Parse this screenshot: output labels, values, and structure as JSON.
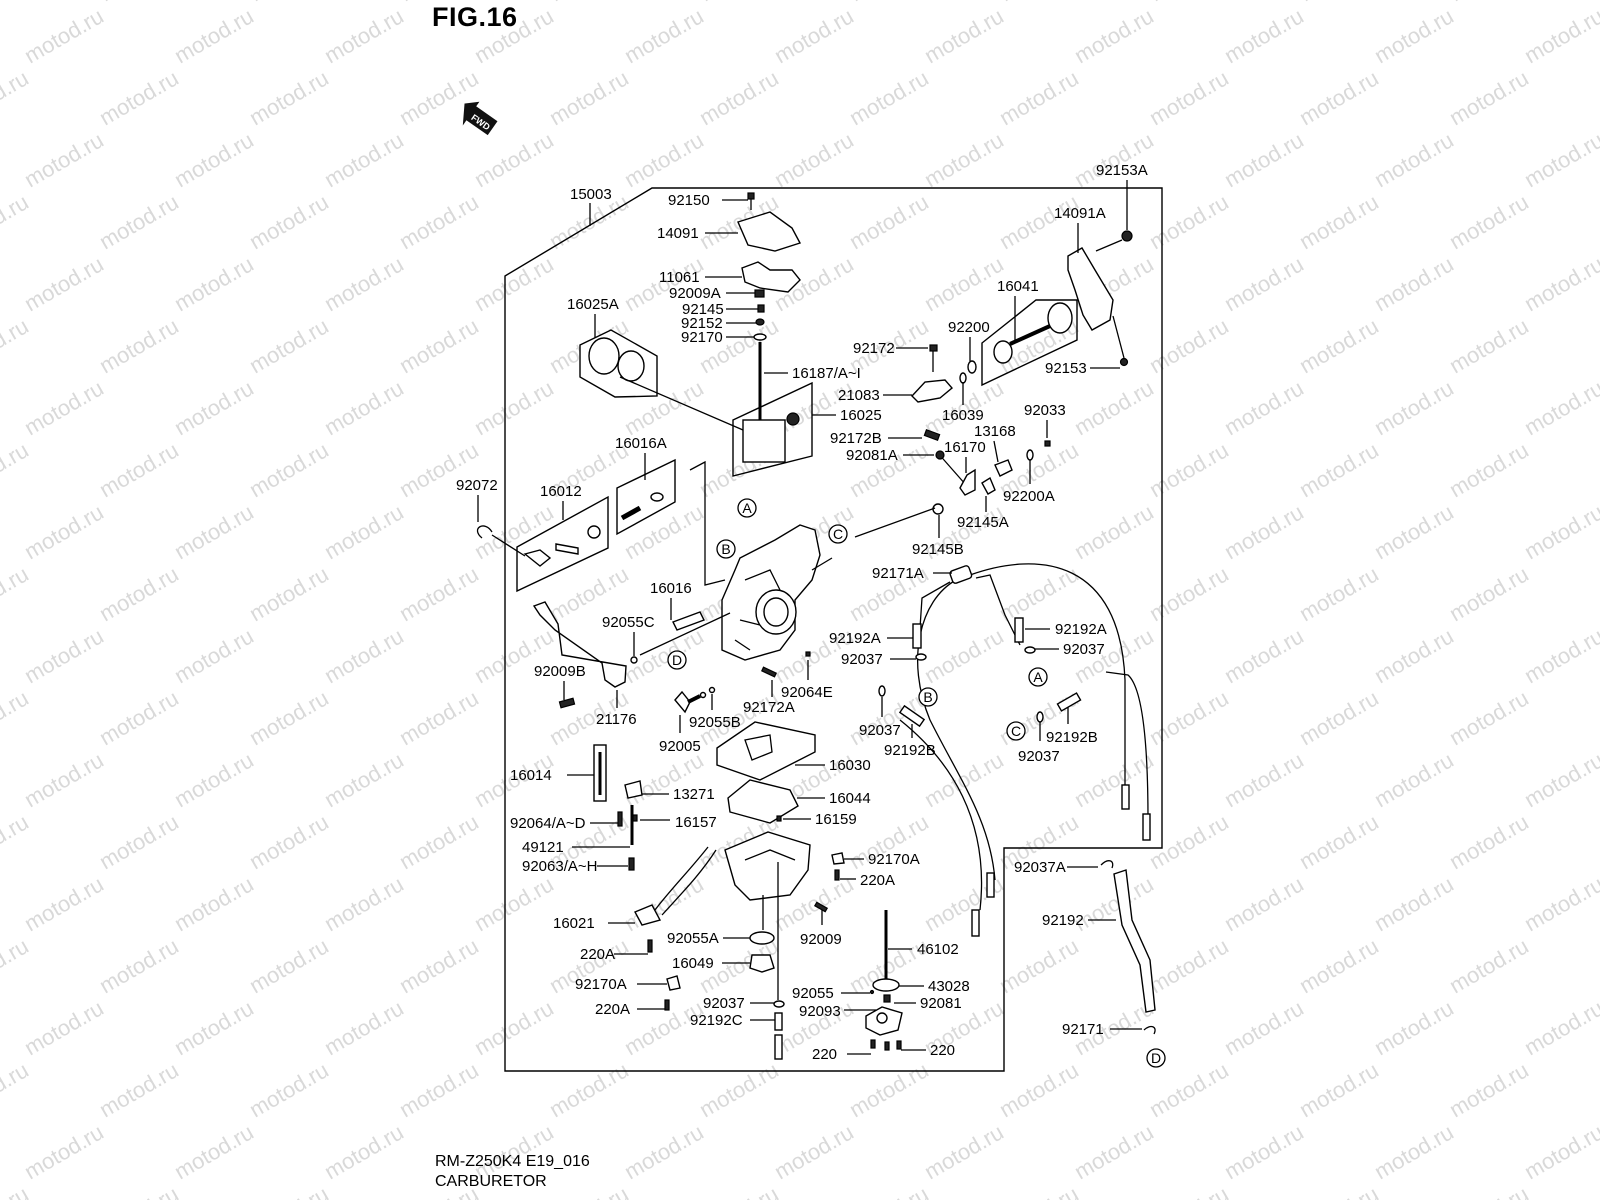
{
  "figure": {
    "title": "FIG.16",
    "fwd_label": "FWD",
    "model_code": "RM-Z250K4 E19_016",
    "section_name": "CARBURETOR",
    "watermark": "motod.ru"
  },
  "assembly": {
    "label": "15003"
  },
  "callouts": [
    {
      "id": "92150",
      "label": "92150"
    },
    {
      "id": "14091",
      "label": "14091"
    },
    {
      "id": "11061",
      "label": "11061"
    },
    {
      "id": "92009A",
      "label": "92009A"
    },
    {
      "id": "92145",
      "label": "92145"
    },
    {
      "id": "92152",
      "label": "92152"
    },
    {
      "id": "92170",
      "label": "92170"
    },
    {
      "id": "16025A",
      "label": "16025A"
    },
    {
      "id": "16187",
      "label": "16187/A~I"
    },
    {
      "id": "16025",
      "label": "16025"
    },
    {
      "id": "92153A",
      "label": "92153A"
    },
    {
      "id": "14091A",
      "label": "14091A"
    },
    {
      "id": "16041",
      "label": "16041"
    },
    {
      "id": "92200",
      "label": "92200"
    },
    {
      "id": "92172",
      "label": "92172"
    },
    {
      "id": "92153",
      "label": "92153"
    },
    {
      "id": "21083",
      "label": "21083"
    },
    {
      "id": "16039",
      "label": "16039"
    },
    {
      "id": "92033",
      "label": "92033"
    },
    {
      "id": "13168",
      "label": "13168"
    },
    {
      "id": "92172B",
      "label": "92172B"
    },
    {
      "id": "16170",
      "label": "16170"
    },
    {
      "id": "92081A",
      "label": "92081A"
    },
    {
      "id": "92200A",
      "label": "92200A"
    },
    {
      "id": "92145A",
      "label": "92145A"
    },
    {
      "id": "92145B",
      "label": "92145B"
    },
    {
      "id": "16016A",
      "label": "16016A"
    },
    {
      "id": "92072",
      "label": "92072"
    },
    {
      "id": "16012",
      "label": "16012"
    },
    {
      "id": "16016",
      "label": "16016"
    },
    {
      "id": "92055C",
      "label": "92055C"
    },
    {
      "id": "92009B",
      "label": "92009B"
    },
    {
      "id": "21176",
      "label": "21176"
    },
    {
      "id": "92005",
      "label": "92005"
    },
    {
      "id": "92055B",
      "label": "92055B"
    },
    {
      "id": "92172A",
      "label": "92172A"
    },
    {
      "id": "92064E",
      "label": "92064E"
    },
    {
      "id": "92171A",
      "label": "92171A"
    },
    {
      "id": "92192A-left",
      "label": "92192A"
    },
    {
      "id": "92037-left",
      "label": "92037"
    },
    {
      "id": "92192A-right",
      "label": "92192A"
    },
    {
      "id": "92037-right",
      "label": "92037"
    },
    {
      "id": "92037-mid",
      "label": "92037"
    },
    {
      "id": "92192B-left",
      "label": "92192B"
    },
    {
      "id": "92192B-right",
      "label": "92192B"
    },
    {
      "id": "92037-lower",
      "label": "92037"
    },
    {
      "id": "16014",
      "label": "16014"
    },
    {
      "id": "16030",
      "label": "16030"
    },
    {
      "id": "13271",
      "label": "13271"
    },
    {
      "id": "16044",
      "label": "16044"
    },
    {
      "id": "92064",
      "label": "92064/A~D"
    },
    {
      "id": "16157",
      "label": "16157"
    },
    {
      "id": "16159",
      "label": "16159"
    },
    {
      "id": "49121",
      "label": "49121"
    },
    {
      "id": "92063",
      "label": "92063/A~H"
    },
    {
      "id": "92170A-top",
      "label": "92170A"
    },
    {
      "id": "220A-top",
      "label": "220A"
    },
    {
      "id": "16021",
      "label": "16021"
    },
    {
      "id": "92055A",
      "label": "92055A"
    },
    {
      "id": "92009",
      "label": "92009"
    },
    {
      "id": "220A-mid",
      "label": "220A"
    },
    {
      "id": "16049",
      "label": "16049"
    },
    {
      "id": "92170A-bottom",
      "label": "92170A"
    },
    {
      "id": "220A-bottom",
      "label": "220A"
    },
    {
      "id": "92037-bottom",
      "label": "92037"
    },
    {
      "id": "92192C",
      "label": "92192C"
    },
    {
      "id": "46102",
      "label": "46102"
    },
    {
      "id": "92055",
      "label": "92055"
    },
    {
      "id": "43028",
      "label": "43028"
    },
    {
      "id": "92093",
      "label": "92093"
    },
    {
      "id": "92081",
      "label": "92081"
    },
    {
      "id": "220-left",
      "label": "220"
    },
    {
      "id": "220-right",
      "label": "220"
    },
    {
      "id": "92037A",
      "label": "92037A"
    },
    {
      "id": "92192",
      "label": "92192"
    },
    {
      "id": "92171",
      "label": "92171"
    }
  ],
  "connectors": [
    {
      "id": "A-body",
      "label": "A"
    },
    {
      "id": "B-body",
      "label": "B"
    },
    {
      "id": "C-body",
      "label": "C"
    },
    {
      "id": "D-fitting",
      "label": "D"
    },
    {
      "id": "A-hose",
      "label": "A"
    },
    {
      "id": "B-hose",
      "label": "B"
    },
    {
      "id": "C-hose",
      "label": "C"
    },
    {
      "id": "D-hose",
      "label": "D"
    }
  ]
}
